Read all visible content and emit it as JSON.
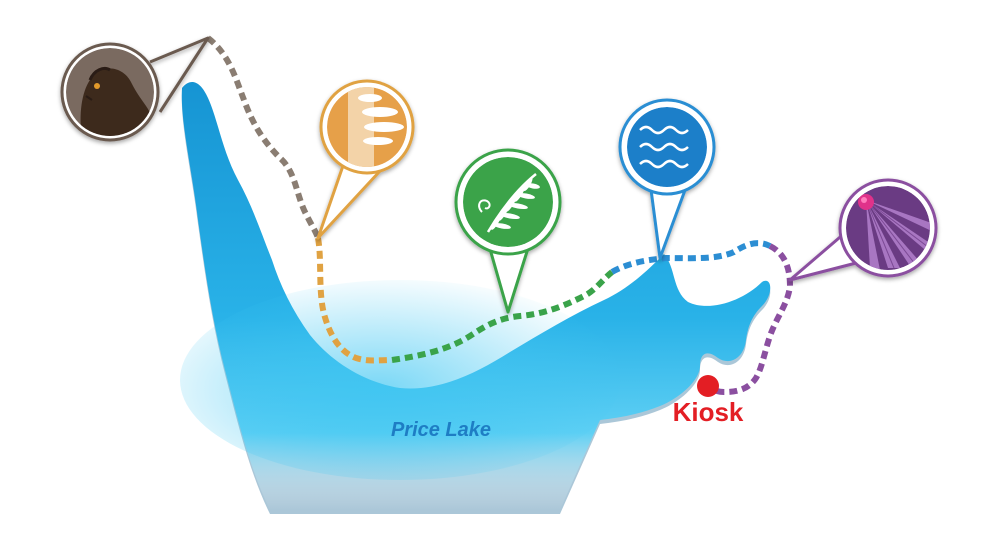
{
  "map": {
    "lake_label": "Price Lake",
    "kiosk_label": "Kiosk",
    "colors": {
      "lake_light": "#3fc0ec",
      "lake_dark": "#1a8fd0",
      "lake_label": "#1e7dc4",
      "kiosk": "#e31e24",
      "trail_gray": "#8a7d72",
      "trail_orange": "#e0a242",
      "trail_green": "#3aa34a",
      "trail_blue": "#2c8ed3",
      "trail_purple": "#8b4fa0"
    },
    "markers": [
      {
        "name": "beaver-marker",
        "icon": "beaver-icon",
        "color": "#6b5a4f"
      },
      {
        "name": "bracket-fungus-marker",
        "icon": "bracket-fungus-icon",
        "color": "#e0a242"
      },
      {
        "name": "fern-marker",
        "icon": "fern-icon",
        "color": "#3aa34a"
      },
      {
        "name": "water-marker",
        "icon": "water-waves-icon",
        "color": "#2c8ed3"
      },
      {
        "name": "flower-marker",
        "icon": "flower-icon",
        "color": "#8b4fa0"
      }
    ]
  }
}
